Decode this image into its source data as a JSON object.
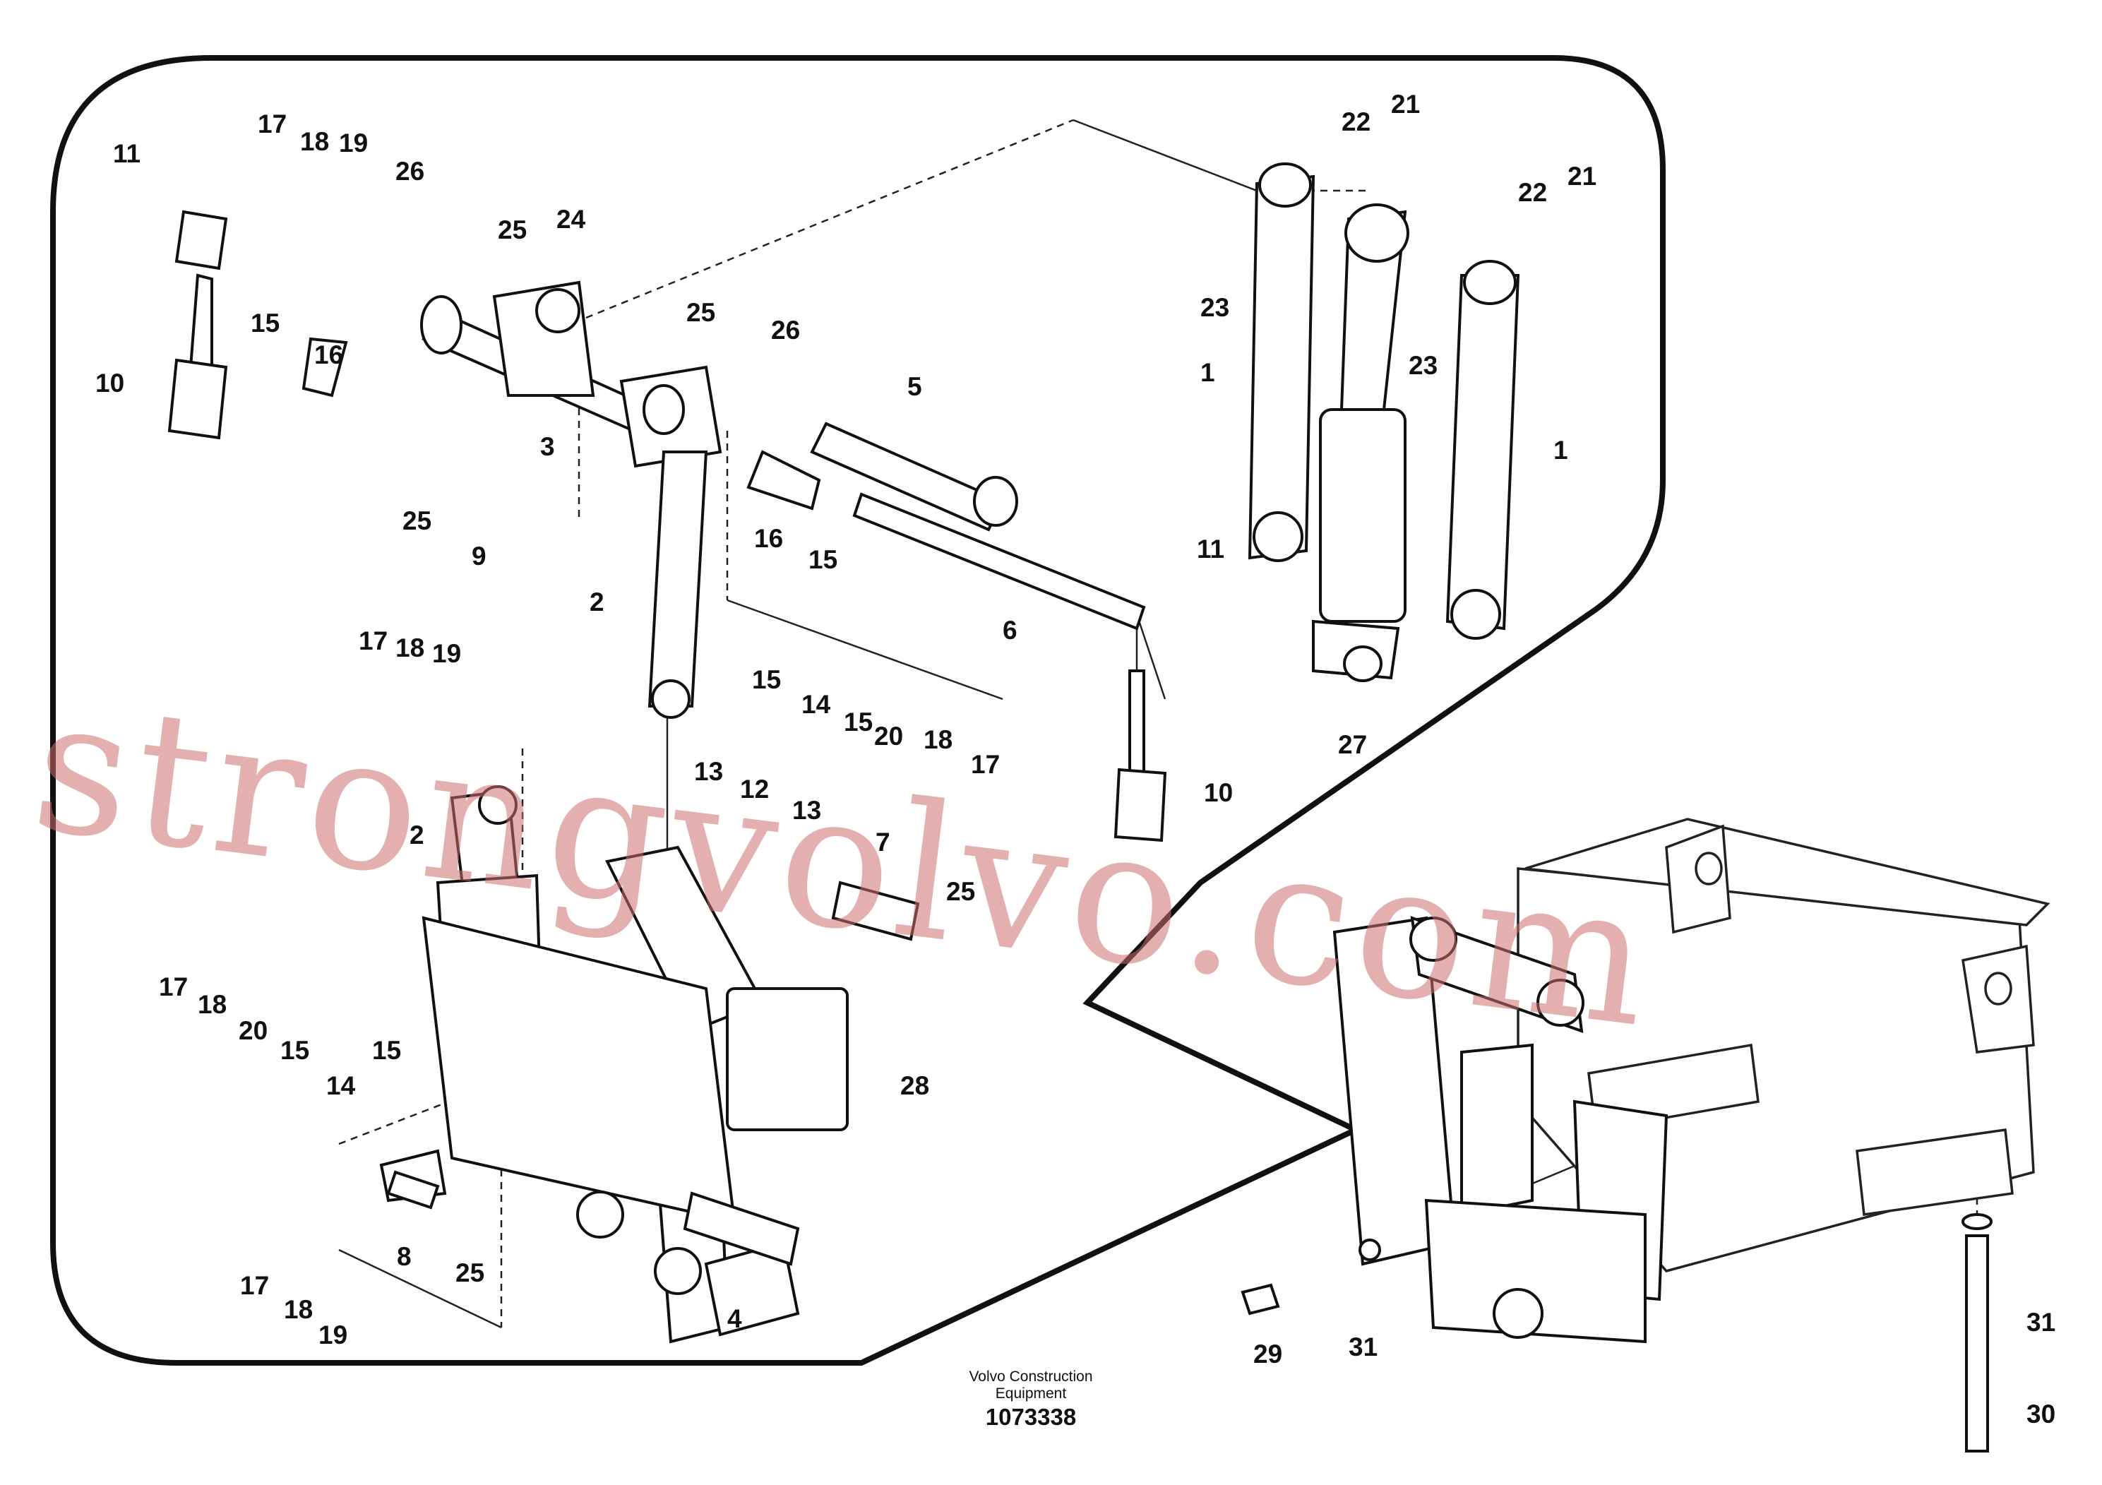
{
  "diagram": {
    "callouts": [
      "1",
      "1",
      "2",
      "2",
      "3",
      "4",
      "5",
      "6",
      "7",
      "8",
      "9",
      "10",
      "10",
      "11",
      "11",
      "12",
      "13",
      "13",
      "14",
      "14",
      "15",
      "15",
      "15",
      "15",
      "15",
      "15",
      "16",
      "16",
      "17",
      "17",
      "17",
      "17",
      "17",
      "18",
      "18",
      "18",
      "18",
      "18",
      "19",
      "19",
      "19",
      "20",
      "20",
      "21",
      "21",
      "22",
      "22",
      "23",
      "23",
      "24",
      "25",
      "25",
      "25",
      "25",
      "25",
      "26",
      "26",
      "27",
      "28",
      "29",
      "30",
      "31",
      "31"
    ],
    "caption_line1": "Volvo Construction",
    "caption_line2": "Equipment",
    "drawing_number": "1073338",
    "watermark": "strongvolvo.com"
  }
}
